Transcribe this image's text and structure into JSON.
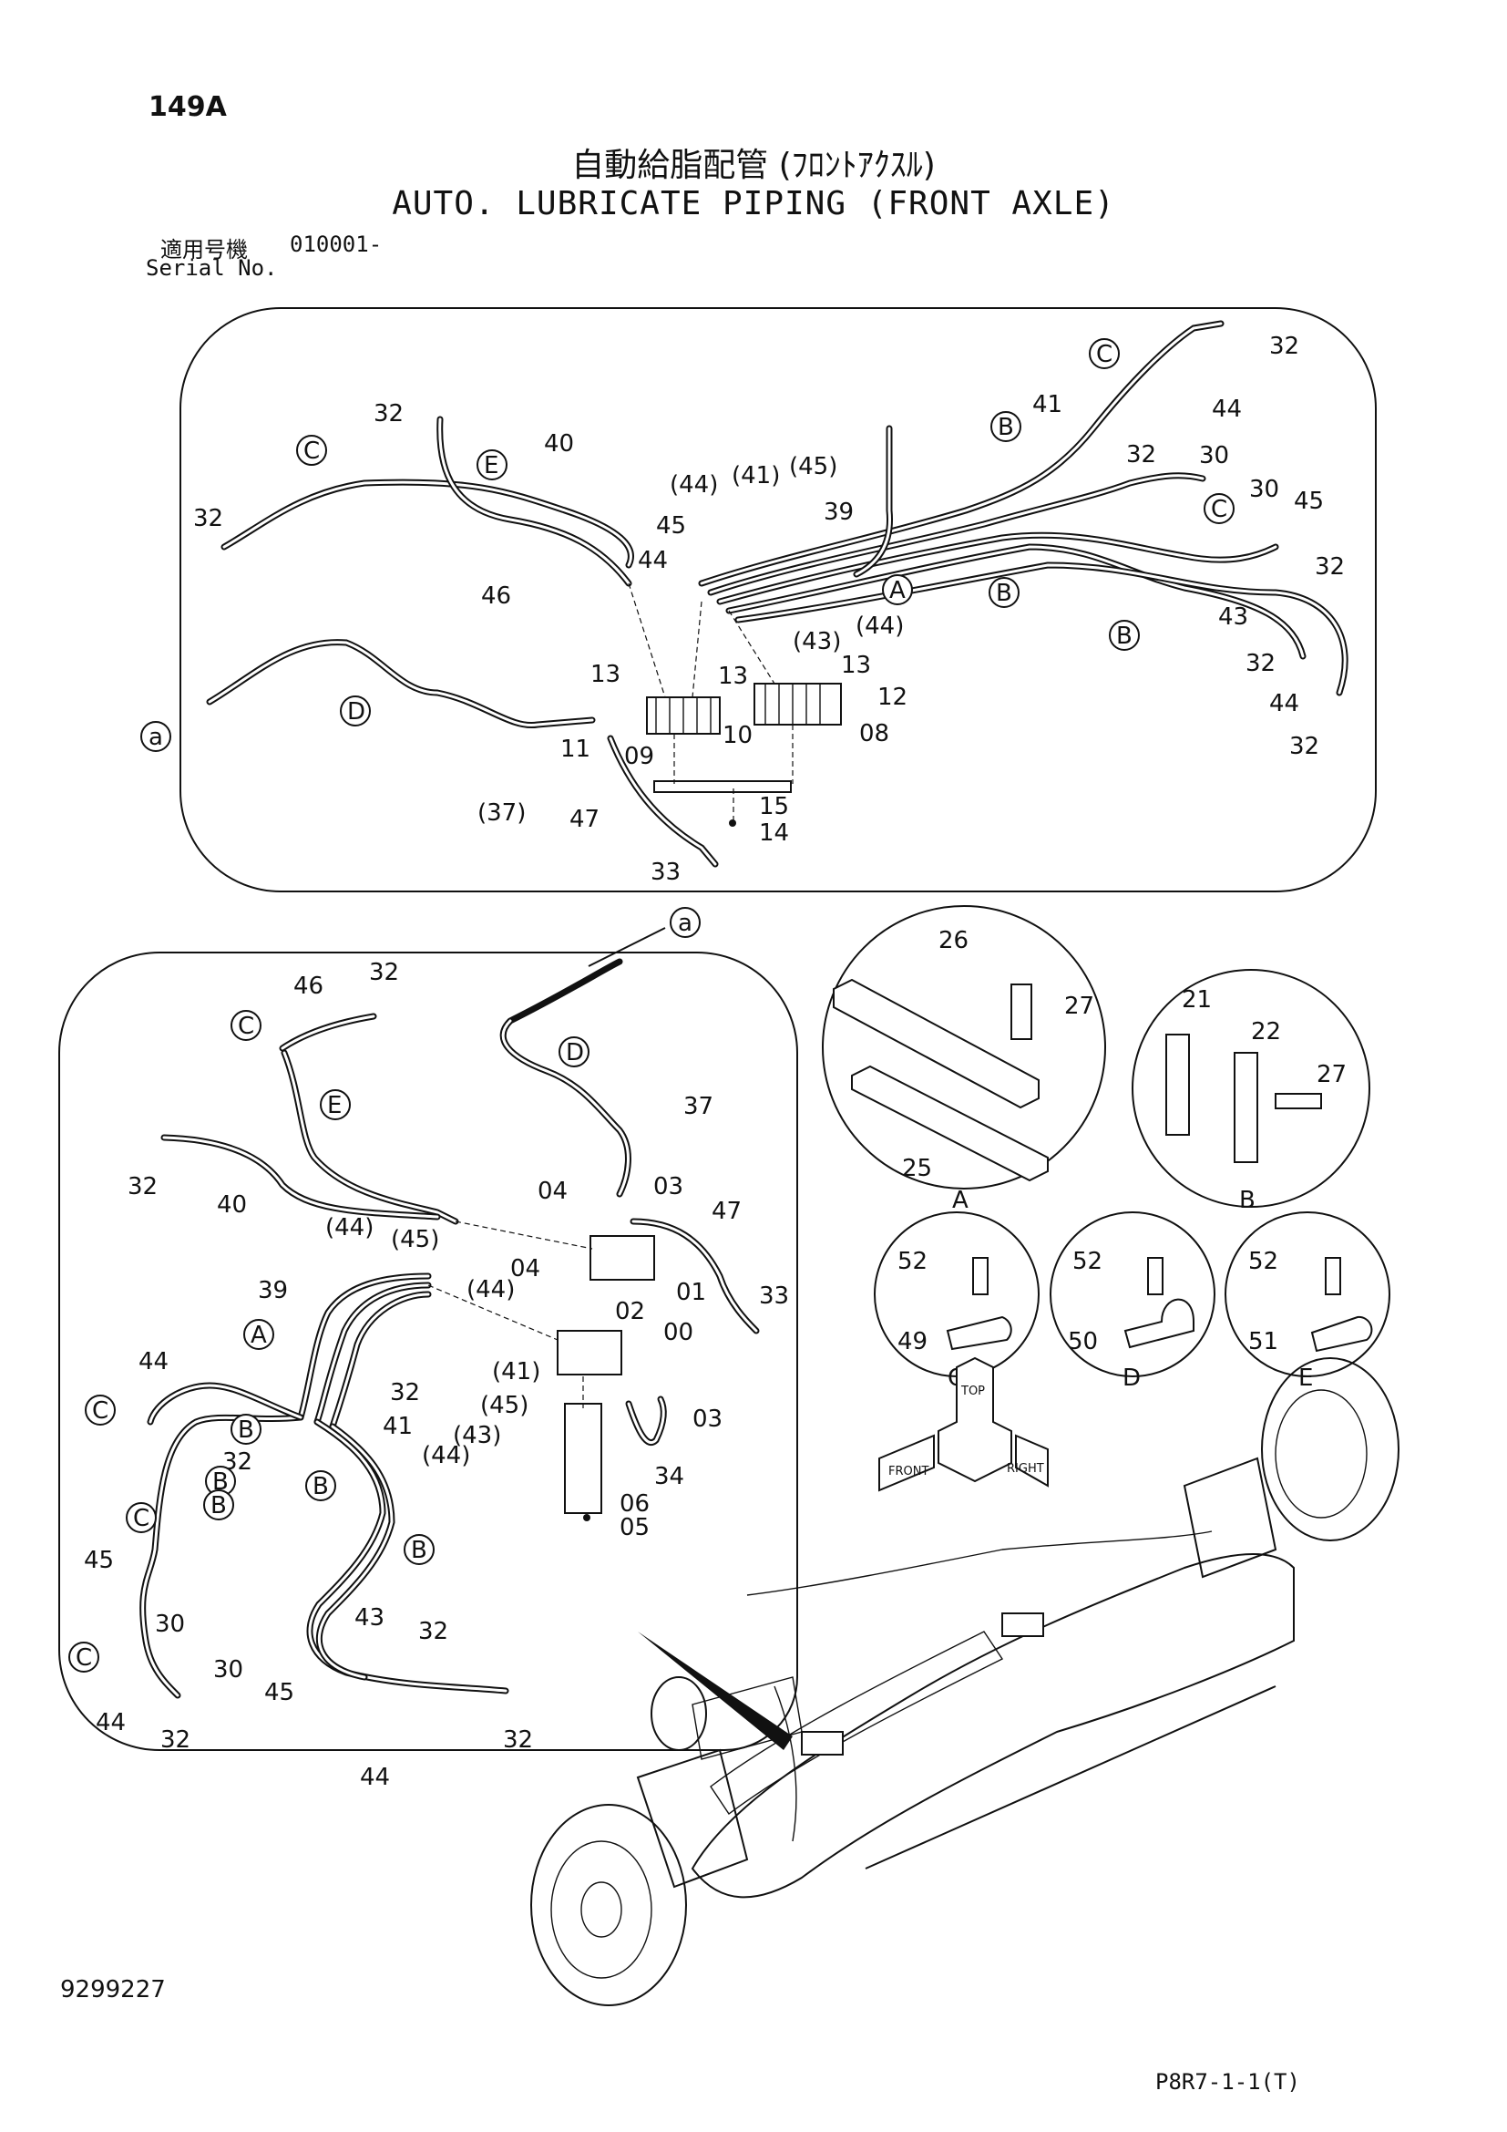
{
  "header": {
    "page_number": "149A",
    "title_jp": "自動給脂配管 (ﾌﾛﾝﾄｱｸｽﾙ)",
    "title_en": "AUTO. LUBRICATE PIPING (FRONT AXLE)",
    "serial_label_jp": "適用号機",
    "serial_label_en": "Serial No.",
    "serial_value": "010001-"
  },
  "footer": {
    "doc_number": "9299227",
    "ref_code": "P8R7-1-1(T)"
  },
  "top_view": {
    "labels": [
      "32",
      "32",
      "32",
      "40",
      "46",
      "32",
      "44",
      "41",
      "30",
      "30",
      "45",
      "32",
      "43",
      "32",
      "44",
      "32",
      "39",
      "(44)",
      "(41)",
      "(45)",
      "45",
      "44",
      "(43)",
      "(44)",
      "13",
      "13",
      "13",
      "12",
      "08",
      "10",
      "09",
      "11",
      "(37)",
      "47",
      "15",
      "14",
      "33"
    ],
    "callouts": [
      "C",
      "E",
      "C",
      "B",
      "C",
      "A",
      "B",
      "B",
      "D",
      "a"
    ]
  },
  "bottom_view": {
    "labels": [
      "46",
      "32",
      "37",
      "32",
      "40",
      "04",
      "03",
      "47",
      "04",
      "01",
      "02",
      "00",
      "33",
      "(44)",
      "(45)",
      "39",
      "(44)",
      "44",
      "32",
      "41",
      "(41)",
      "(45)",
      "(43)",
      "(44)",
      "03",
      "34",
      "06",
      "05",
      "32",
      "30",
      "45",
      "43",
      "32",
      "30",
      "45",
      "44",
      "32",
      "32",
      "44"
    ],
    "callouts": [
      "a",
      "C",
      "E",
      "D",
      "A",
      "C",
      "B",
      "B",
      "C",
      "B",
      "B",
      "B",
      "C"
    ]
  },
  "details": {
    "A": {
      "labels": [
        "26",
        "27",
        "25"
      ],
      "caption": "A"
    },
    "B": {
      "labels": [
        "21",
        "22",
        "27"
      ],
      "caption": "B"
    },
    "C": {
      "labels": [
        "52",
        "49"
      ],
      "caption": "C"
    },
    "D": {
      "labels": [
        "52",
        "50"
      ],
      "caption": "D"
    },
    "E": {
      "labels": [
        "52",
        "51"
      ],
      "caption": "E"
    }
  },
  "orientation": {
    "labels": [
      "TOP",
      "FRONT",
      "RIGHT"
    ]
  }
}
